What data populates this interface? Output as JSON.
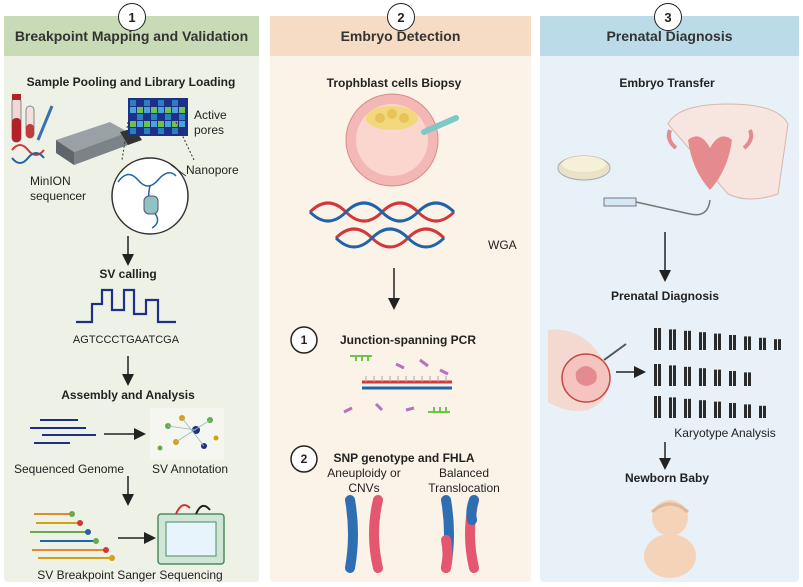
{
  "steps": {
    "step1": {
      "number": "1",
      "title": "Breakpoint Mapping and Validation"
    },
    "step2": {
      "number": "2",
      "title": "Embryo Detection"
    },
    "step3": {
      "number": "3",
      "title": "Prenatal Diagnosis"
    }
  },
  "panel1": {
    "sample_pooling": "Sample Pooling and Library Loading",
    "active": "Active",
    "pores": "pores",
    "nanopore": "Nanopore",
    "minion_1": "MinION",
    "minion_2": "sequencer",
    "sv_calling": "SV calling",
    "sequence": "AGTCCCTGAATCGA",
    "assembly": "Assembly and Analysis",
    "sequenced_genome": "Sequenced Genome",
    "sv_annotation": "SV Annotation",
    "sanger": "SV Breakpoint Sanger Sequencing"
  },
  "panel2": {
    "biopsy": "Trophblast cells Biopsy",
    "wga": "WGA",
    "sub1_number": "1",
    "junction_pcr": "Junction-spanning PCR",
    "sub2_number": "2",
    "snp": "SNP genotype and FHLA",
    "aneuploidy_1": "Aneuploidy or",
    "aneuploidy_2": "CNVs",
    "balanced_1": "Balanced",
    "balanced_2": "Translocation"
  },
  "panel3": {
    "embryo_transfer": "Embryo Transfer",
    "prenatal_diagnosis": "Prenatal Diagnosis",
    "karyotype": "Karyotype Analysis",
    "newborn": "Newborn Baby"
  },
  "colors": {
    "panel1_bg": "#eef2e6",
    "panel1_head": "#c9dab6",
    "panel2_bg": "#fbf3e8",
    "panel2_head": "#f6dcc4",
    "panel3_bg": "#e7f1f7",
    "panel3_head": "#bcdbe9",
    "dna_red": "#d0383a",
    "dna_blue": "#1f63a8",
    "chromosome_blue": "#2e6fb3",
    "chromosome_pink": "#e4576f"
  }
}
